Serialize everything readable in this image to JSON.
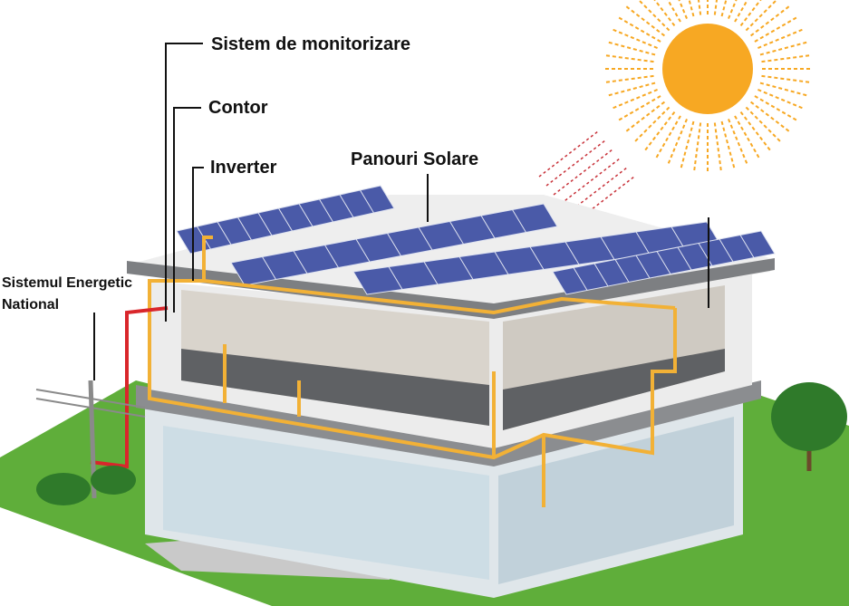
{
  "labels": {
    "monitoring": "Sistem de monitorizare",
    "meter": "Contor",
    "inverter": "Inverter",
    "solar_panels": "Panouri Solare",
    "grid_line1": "Sistemul Energetic",
    "grid_line2": "National"
  },
  "colors": {
    "sun": "#f7a823",
    "cable": "#f2b136",
    "grid_cable": "#d9262b",
    "panel": "#4a5aa8",
    "grass": "#5fae3a"
  }
}
